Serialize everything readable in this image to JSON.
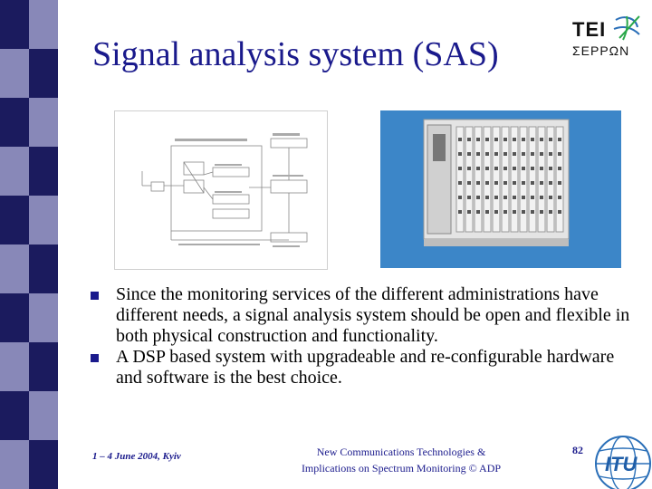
{
  "slide": {
    "title": "Signal analysis system (SAS)",
    "bullets": [
      "Since the monitoring services of the different administrations have different needs, a signal analysis system should be open and flexible in both physical construction and functionality.",
      "A DSP based system with upgradeable and re-configurable hardware and software is the best choice."
    ]
  },
  "logo": {
    "line1": "TEI",
    "line2": "ΣΕΡΡΩΝ"
  },
  "footer": {
    "date_location": "1 – 4 June 2004, Kyiv",
    "line1": "New Communications Technologies &",
    "line2": "Implications on Spectrum Monitoring © ADP",
    "page": "82"
  },
  "itu_logo": "ITU",
  "colors": {
    "title": "#1a1a8c",
    "strip_dark": "#1b1b5e",
    "strip_mid": "#8888b8",
    "strip_light": "#d8d8ea",
    "photo_bg": "#3c86c8"
  }
}
